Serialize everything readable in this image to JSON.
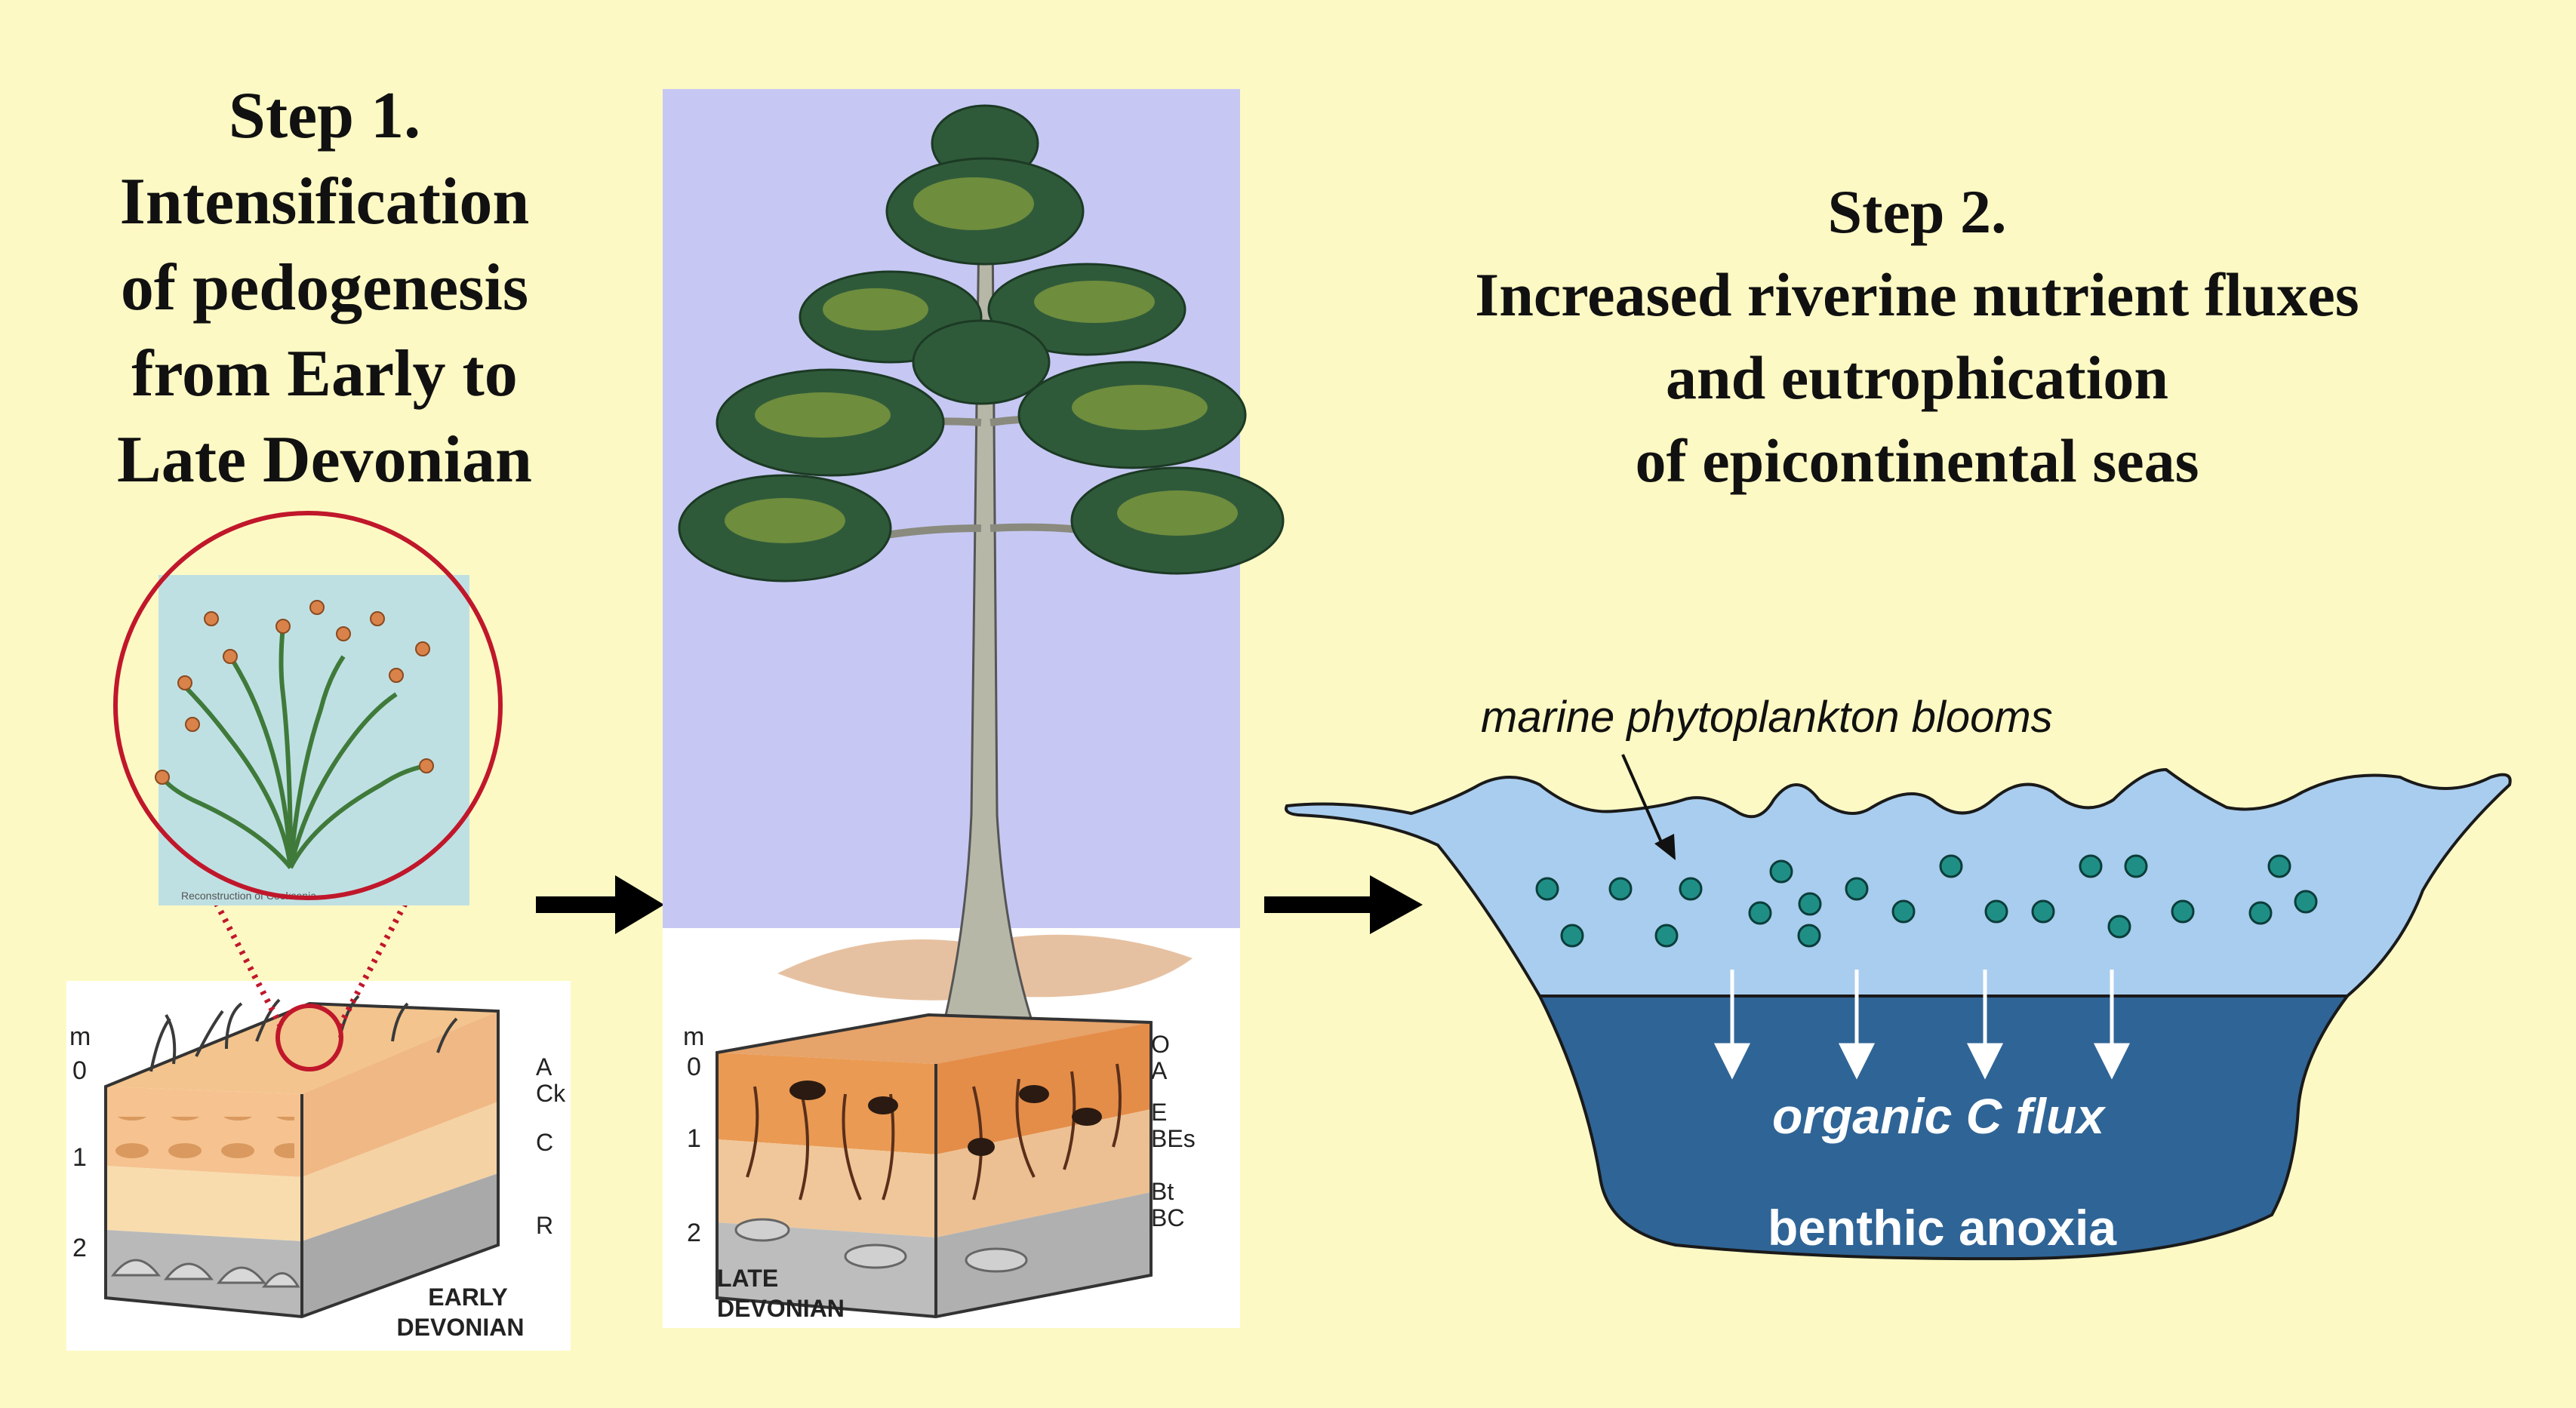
{
  "step1": {
    "lines": [
      "Step 1.",
      "Intensification",
      "of pedogenesis",
      "from Early to",
      "Late Devonian"
    ]
  },
  "step2": {
    "lines": [
      "Step 2.",
      "Increased riverine nutrient fluxes",
      "and eutrophication",
      "of epicontinental seas"
    ]
  },
  "inset_caption": "Reconstruction of Cooksonia",
  "early_block": {
    "depth_unit": "m",
    "depth_ticks": [
      "0",
      "1",
      "2"
    ],
    "horizons": [
      "A",
      "Ck",
      "C",
      "R"
    ],
    "label_lines": [
      "EARLY",
      "DEVONIAN"
    ]
  },
  "late_block": {
    "depth_unit": "m",
    "depth_ticks": [
      "0",
      "1",
      "2"
    ],
    "horizons": [
      "O",
      "A",
      "E",
      "BEs",
      "Bt",
      "BC"
    ],
    "label_lines": [
      "LATE",
      "DEVONIAN"
    ]
  },
  "basin": {
    "bloom_label": "marine phytoplankton blooms",
    "flux_label": "organic C flux",
    "anoxia_label": "benthic anoxia"
  },
  "colors": {
    "background": "#fdf9c4",
    "circle": "#c0172b",
    "surface_water": "#a9cdee",
    "deep_water": "#2f6496",
    "plankton": "#1f8f86",
    "sky": "#c6c8f3",
    "soil": "#e8924a"
  }
}
